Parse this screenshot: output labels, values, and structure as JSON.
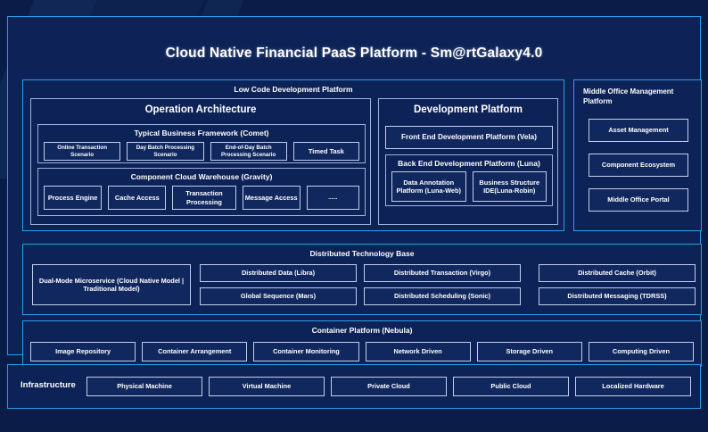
{
  "title": "Cloud Native Financial PaaS Platform - Sm@rtGalaxy4.0",
  "colors": {
    "background": "#0a1c47",
    "panel": "#0d2357",
    "accent_border": "#2a9ee8",
    "inner_border": "#9fb0de",
    "chip_border": "#c3cee9",
    "chip_fill": "#11285f",
    "text": "#ffffff"
  },
  "low_code": {
    "header": "Low Code Development Platform",
    "operation_architecture": {
      "header": "Operation Architecture",
      "typical_business_framework": {
        "header": "Typical Business Framework (Comet)",
        "items": [
          "Online Transaction Scenario",
          "Day Batch Processing Scenario",
          "End-of-Day Batch Processing Scenario",
          "Timed Task"
        ]
      },
      "component_cloud_warehouse": {
        "header": "Component Cloud Warehouse (Gravity)",
        "items": [
          "Process Engine",
          "Cache Access",
          "Transaction Processing",
          "Message Access",
          "......"
        ]
      }
    },
    "development_platform": {
      "header": "Development Platform",
      "front_end": "Front End Development Platform (Vela)",
      "back_end": {
        "header": "Back End Development Platform (Luna)",
        "items": [
          "Data Annotation Platform (Luna-Web)",
          "Business Structure IDE(Luna-Robin)"
        ]
      }
    }
  },
  "middle_office": {
    "header": "Middle Office Management Platform",
    "items": [
      "Asset Management",
      "Component Ecosystem",
      "Middle Office Portal"
    ]
  },
  "distributed_technology_base": {
    "header": "Distributed Technology Base",
    "highlight": "Dual-Mode Microservice (Cloud Native Model | Traditional Model)",
    "groups": [
      [
        "Distributed Data (Libra)",
        "Global Sequence (Mars)"
      ],
      [
        "Distributed Transaction (Virgo)",
        "Distributed Scheduling (Sonic)"
      ],
      [
        "Distributed Cache (Orbit)",
        "Distributed Messaging (TDRSS)"
      ]
    ]
  },
  "container_platform": {
    "header": "Container Platform (Nebula)",
    "items": [
      "Image Repository",
      "Container Arrangement",
      "Container Monitoring",
      "Network Driven",
      "Storage Driven",
      "Computing Driven"
    ]
  },
  "infrastructure": {
    "label": "Infrastructure",
    "items": [
      "Physical Machine",
      "Virtual Machine",
      "Private Cloud",
      "Public Cloud",
      "Localized Hardware"
    ]
  }
}
